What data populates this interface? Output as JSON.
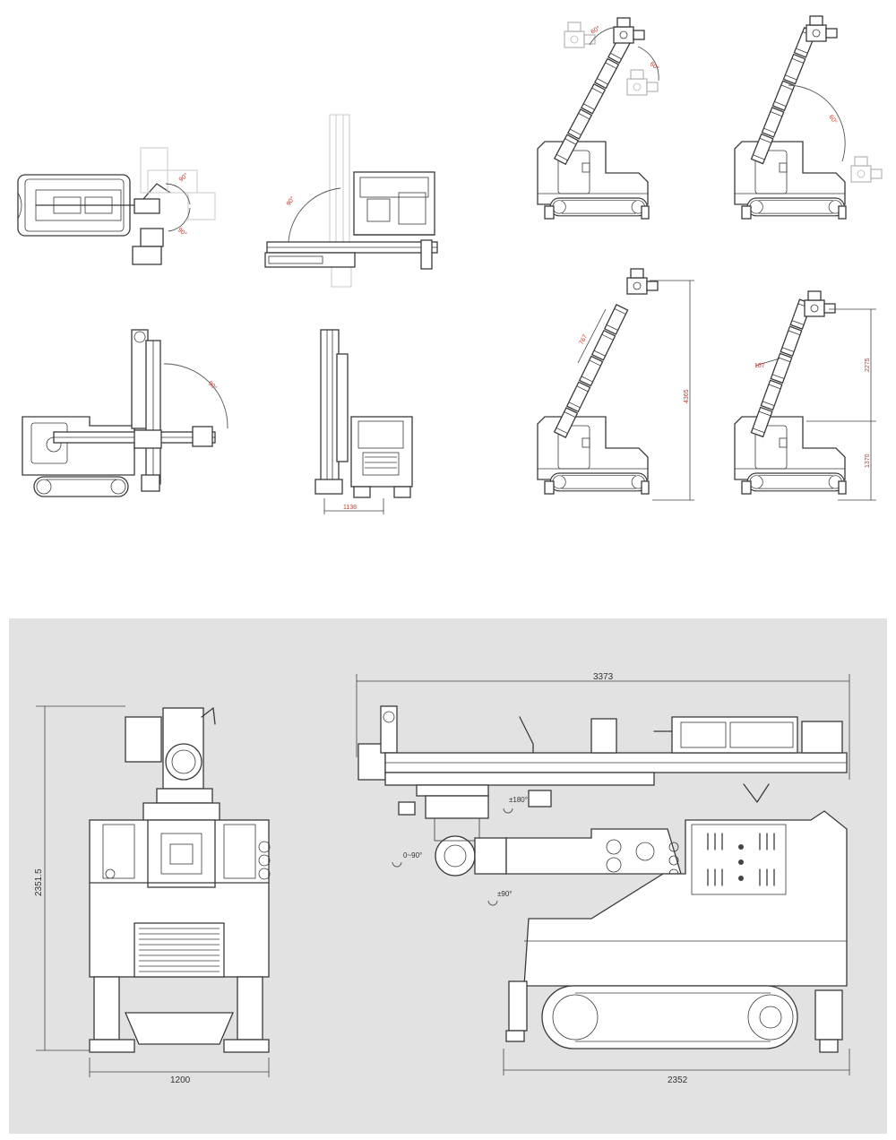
{
  "palette": {
    "line": "#3a3a3a",
    "panel": "#e2e2e2",
    "annotation": "#c0392b"
  },
  "top_views": {
    "plan": {
      "angle_a": "90°",
      "angle_b": "90°"
    },
    "boom_side": {
      "angle": "90°"
    },
    "side_boom": {
      "angle": "90°"
    },
    "front_small": {
      "width": "1138"
    },
    "tilt_a": {
      "angle_a": "60°",
      "angle_b": "60°"
    },
    "tilt_b": {
      "angle": "60°"
    },
    "height_a": {
      "offset": "767",
      "height": "4365"
    },
    "height_b": {
      "offset": "167",
      "upper": "2275",
      "lower": "1370"
    }
  },
  "bottom_panel": {
    "front_view": {
      "height": "2351.5",
      "width": "1200"
    },
    "side_view": {
      "overall": "3373",
      "track": "2352",
      "rot_a": "±180°",
      "rot_b": "0~90°",
      "rot_c": "±90°"
    }
  }
}
